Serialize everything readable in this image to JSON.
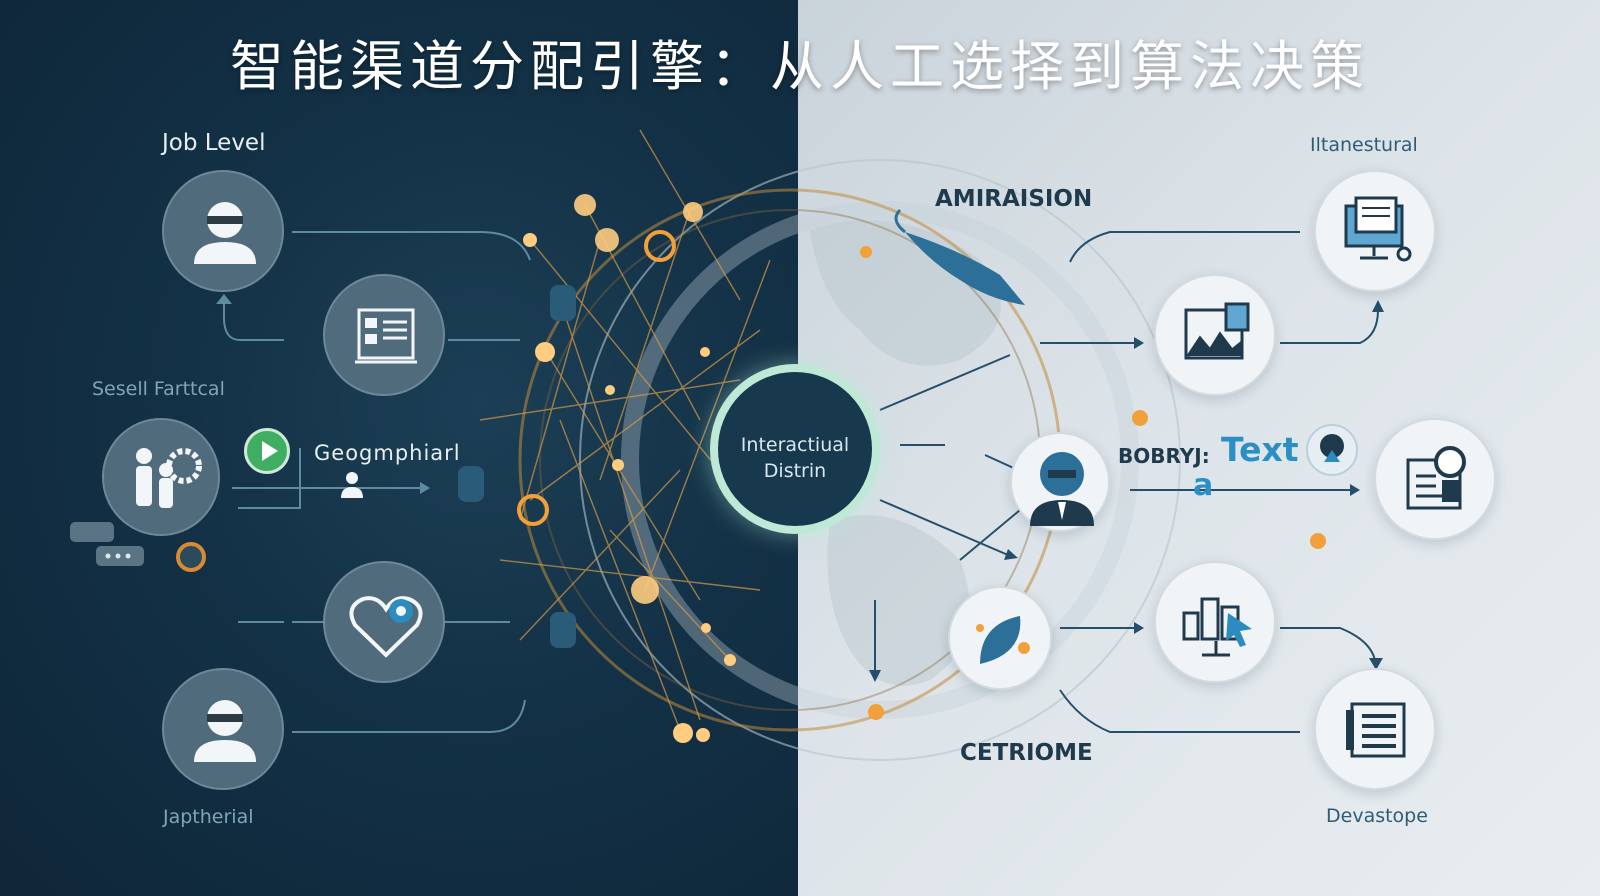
{
  "title": "智能渠道分配引擎：从人工选择到算法决策",
  "left": {
    "job_level": "Job Level",
    "sesell": "Sesell Farttcal",
    "geo": "Geogmphiarl",
    "japtherial": "Japtherial"
  },
  "center": {
    "line1": "Interactiual",
    "line2": "Distrin"
  },
  "right": {
    "amiraision": "AMIRAISION",
    "iltanestural": "Iltanestural",
    "bobryj": "BOBRYJ:",
    "text_word": "Text",
    "a_letter": "a",
    "cetriome": "CETRIOME",
    "devastope": "Devastope"
  },
  "colors": {
    "dark_bg": "#133146",
    "light_bg": "#dde4e9",
    "accent_orange": "#f2a03a",
    "accent_blue": "#2c8bbf",
    "ring_glow": "#bfe8d6"
  }
}
